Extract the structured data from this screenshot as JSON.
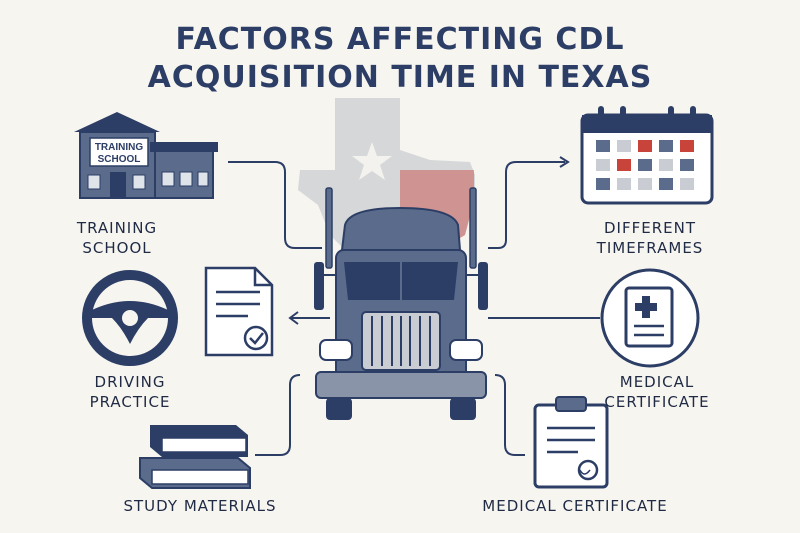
{
  "title": {
    "line1": "FACTORS AFFECTING CDL",
    "line2": "ACQUISITION TIME IN TEXAS"
  },
  "school_sign": {
    "line1": "TRAINING",
    "line2": "SCHOOL"
  },
  "factors": {
    "training_school": {
      "line1": "TRAINING",
      "line2": "SCHOOL",
      "icon": "school-building-icon"
    },
    "driving_practice": {
      "line1": "DRIVING",
      "line2": "PRACTICE",
      "icon": "steering-wheel-icon"
    },
    "study_materials": {
      "line1": "STUDY MATERIALS",
      "icon": "books-icon"
    },
    "different_timeframes": {
      "line1": "DIFFERENT",
      "line2": "TIMEFRAMES",
      "icon": "calendar-icon"
    },
    "medical_certificate_right": {
      "line1": "MEDICAL",
      "line2": "CERTIFICATE",
      "icon": "medical-form-icon"
    },
    "medical_certificate_bottom": {
      "line1": "MEDICAL CERTIFICATE",
      "icon": "clipboard-icon"
    }
  },
  "colors": {
    "navy": "#2c3e66",
    "steel": "#5a6b8c",
    "light_gray": "#c9ccd2",
    "red": "#c8433a",
    "background": "#f7f5f0"
  }
}
